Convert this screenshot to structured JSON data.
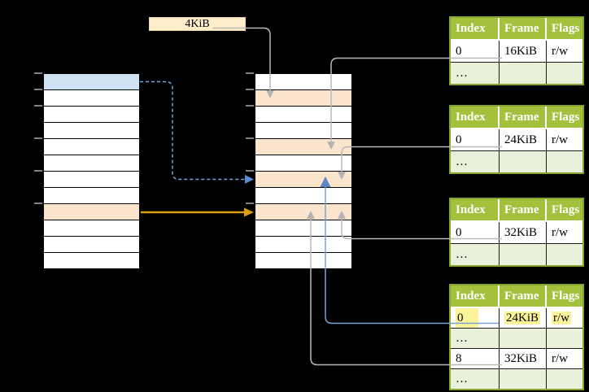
{
  "page_size_label": "4KiB",
  "virtual_memory": {
    "row_count": 12,
    "blue_rows": [
      0
    ],
    "orange_rows": [
      8
    ]
  },
  "physical_memory": {
    "row_count": 12,
    "orange_rows": [
      1,
      4,
      6,
      8
    ]
  },
  "page_tables": [
    {
      "headers": [
        "Index",
        "Frame",
        "Flags"
      ],
      "rows": [
        [
          "0",
          "16KiB",
          "r/w"
        ],
        [
          "…",
          "",
          ""
        ]
      ]
    },
    {
      "headers": [
        "Index",
        "Frame",
        "Flags"
      ],
      "rows": [
        [
          "0",
          "24KiB",
          "r/w"
        ],
        [
          "…",
          "",
          ""
        ]
      ]
    },
    {
      "headers": [
        "Index",
        "Frame",
        "Flags"
      ],
      "rows": [
        [
          "0",
          "32KiB",
          "r/w"
        ],
        [
          "…",
          "",
          ""
        ]
      ]
    },
    {
      "headers": [
        "Index",
        "Frame",
        "Flags"
      ],
      "rows": [
        [
          "0",
          "24KiB",
          "r/w"
        ],
        [
          "…",
          "",
          ""
        ],
        [
          "8",
          "32KiB",
          "r/w"
        ],
        [
          "…",
          "",
          ""
        ]
      ],
      "highlighted_row": 0
    }
  ],
  "colors": {
    "background": "#000000",
    "blue_row": "#cfe2f3",
    "orange_row": "#fce5cd",
    "label_background": "#fdeec9",
    "table_header_green": "#a3c13c",
    "table_alt_row_green": "#eaf1da",
    "table_border_green": "#87a330",
    "highlight_yellow": "#fbf49a",
    "gray_connector": "#b9b9b9",
    "blue_dashed_connector": "#6fa8dc",
    "blue_solid_connector": "#7ba3d4",
    "orange_connector": "#dc9e13"
  }
}
